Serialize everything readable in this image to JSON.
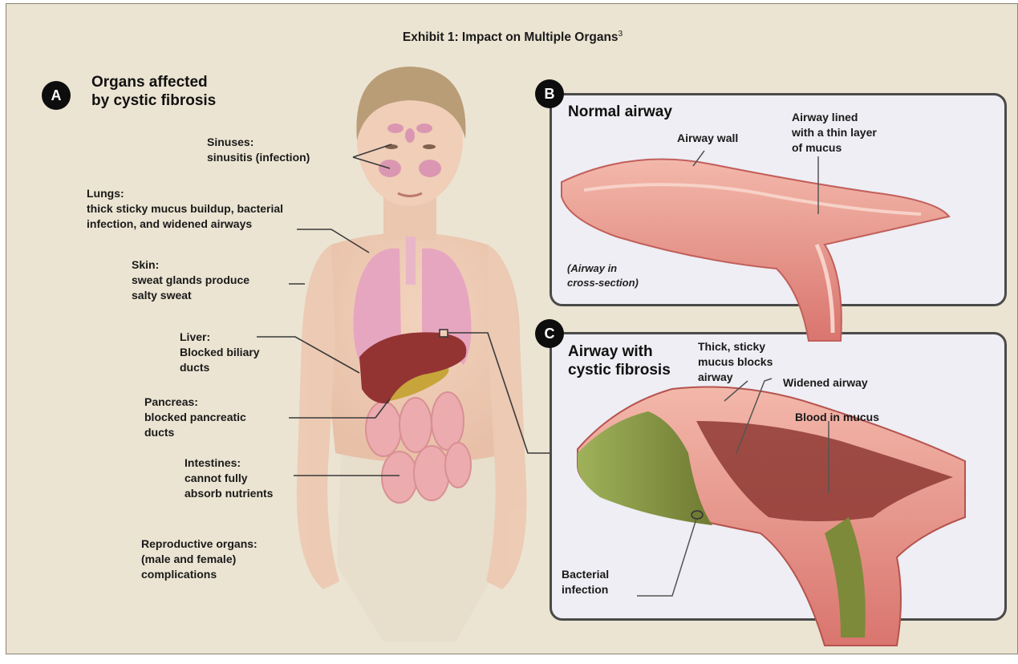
{
  "title": "Exhibit 1: Impact on Multiple Organs",
  "title_ref": "3",
  "panel_a": {
    "badge": "A",
    "heading": [
      "Organs affected",
      "by cystic fibrosis"
    ],
    "labels": {
      "sinuses": [
        "Sinuses:",
        "sinusitis (infection)"
      ],
      "lungs": [
        "Lungs:",
        "thick sticky mucus buildup, bacterial",
        "infection, and widened airways"
      ],
      "skin": [
        "Skin:",
        "sweat glands produce",
        "salty sweat"
      ],
      "liver": [
        "Liver:",
        "Blocked biliary",
        "ducts"
      ],
      "pancreas": [
        "Pancreas:",
        "blocked pancreatic",
        "ducts"
      ],
      "intestines": [
        "Intestines:",
        "cannot fully",
        "absorb nutrients"
      ],
      "reproductive": [
        "Reproductive organs:",
        "(male and female)",
        "complications"
      ]
    }
  },
  "panel_b": {
    "badge": "B",
    "heading": "Normal airway",
    "airway_wall": "Airway wall",
    "mucus_layer": [
      "Airway lined",
      "with a thin layer",
      "of mucus"
    ],
    "note": [
      "(Airway in",
      "cross-section)"
    ]
  },
  "panel_c": {
    "badge": "C",
    "heading": [
      "Airway with",
      "cystic fibrosis"
    ],
    "thick_mucus": [
      "Thick, sticky",
      "mucus blocks",
      "airway"
    ],
    "widened": "Widened airway",
    "blood": "Blood in mucus",
    "bacterial": [
      "Bacterial",
      "infection"
    ]
  },
  "colors": {
    "background": "#ebe4d2",
    "panel": "#eeeef4",
    "lung": "#e6a3c0",
    "liver": "#8f2b2b",
    "airway": "#e79a93",
    "mucus": "#8d9a45"
  }
}
